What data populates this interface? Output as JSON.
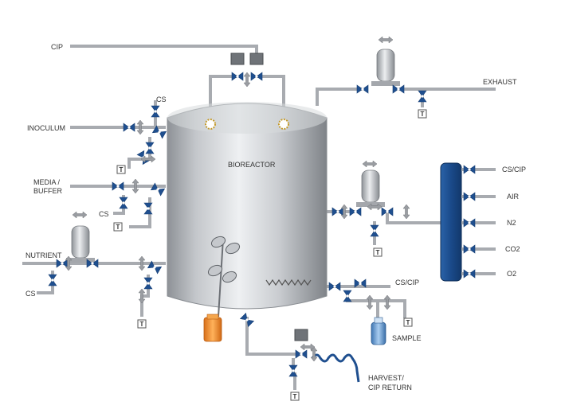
{
  "vessel_label": "BIOREACTOR",
  "labels": {
    "cip": "CIP",
    "exhaust": "EXHAUST",
    "inoculum": "INOCULUM",
    "cs_top": "CS",
    "media_line1": "MEDIA /",
    "media_line2": "BUFFER",
    "cs_media": "CS",
    "nutrient": "NUTRIENT",
    "cs_nutrient": "CS",
    "manifold_cs_cip": "CS/CIP",
    "air": "AIR",
    "n2": "N2",
    "co2": "CO2",
    "o2": "O2",
    "sparger_cs_cip": "CS/CIP",
    "sample": "SAMPLE",
    "harvest_line1": "HARVEST/",
    "harvest_line2": "CIP RETURN"
  },
  "trap_label": "T",
  "colors": {
    "valve": "#1f4f8f",
    "manifold": "#1a4a8a",
    "pipe": "#a8abb0",
    "vessel": "#c9ccd0",
    "sample_bottle": "#5b8fc7",
    "inoculum_bottle": "#f08a24"
  }
}
